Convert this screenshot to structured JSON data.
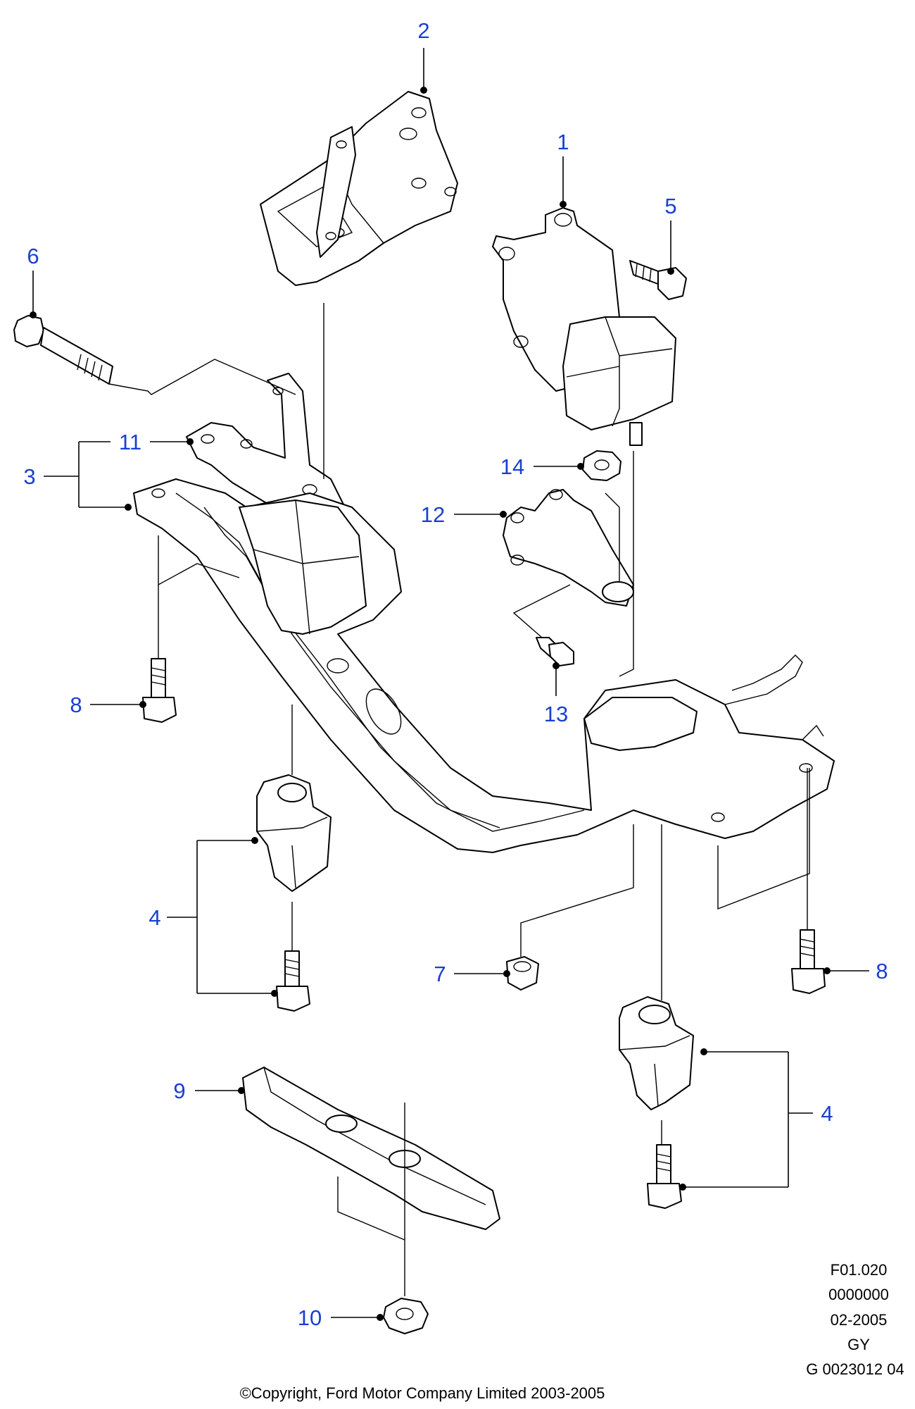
{
  "callouts": {
    "c1": "1",
    "c2": "2",
    "c3": "3",
    "c4a": "4",
    "c4b": "4",
    "c5": "5",
    "c6": "6",
    "c7": "7",
    "c8a": "8",
    "c8b": "8",
    "c9": "9",
    "c10": "10",
    "c11": "11",
    "c12": "12",
    "c13": "13",
    "c14": "14"
  },
  "reference": {
    "line1": "F01.020",
    "line2": "0000000",
    "line3": "02-2005",
    "line4": "GY",
    "line5": "G 0023012 04"
  },
  "copyright": "©Copyright, Ford Motor Company Limited 2003-2005",
  "colors": {
    "callout": "#1a3fd1",
    "line": "#000000",
    "background": "#ffffff"
  }
}
